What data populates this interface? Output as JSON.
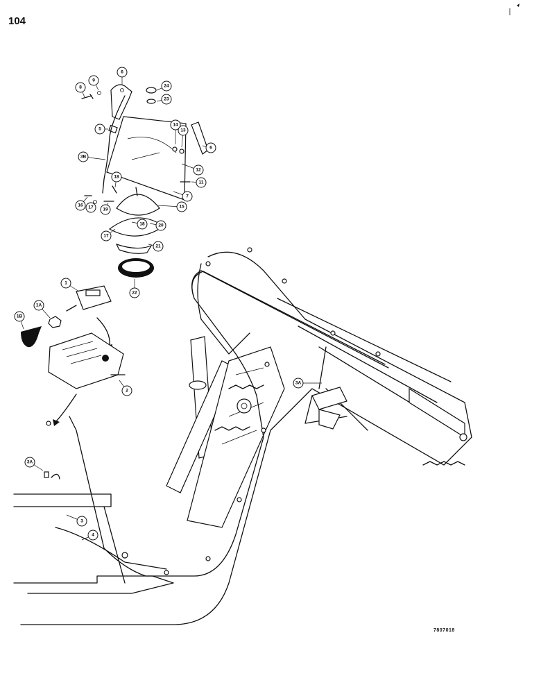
{
  "page": {
    "page_number": "104",
    "figure_code": "7807018"
  },
  "callouts": [
    {
      "id": "c-8",
      "label": "8"
    },
    {
      "id": "c-9",
      "label": "9"
    },
    {
      "id": "c-6a",
      "label": "6"
    },
    {
      "id": "c-24",
      "label": "24"
    },
    {
      "id": "c-23",
      "label": "23"
    },
    {
      "id": "c-5",
      "label": "5"
    },
    {
      "id": "c-14",
      "label": "14"
    },
    {
      "id": "c-13",
      "label": "13"
    },
    {
      "id": "c-6b",
      "label": "6"
    },
    {
      "id": "c-3b",
      "label": "3B"
    },
    {
      "id": "c-12",
      "label": "12"
    },
    {
      "id": "c-11",
      "label": "11"
    },
    {
      "id": "c-18a",
      "label": "18"
    },
    {
      "id": "c-7",
      "label": "7"
    },
    {
      "id": "c-16",
      "label": "16"
    },
    {
      "id": "c-17a",
      "label": "17"
    },
    {
      "id": "c-19",
      "label": "19"
    },
    {
      "id": "c-15",
      "label": "15"
    },
    {
      "id": "c-18b",
      "label": "18"
    },
    {
      "id": "c-20",
      "label": "20"
    },
    {
      "id": "c-17b",
      "label": "17"
    },
    {
      "id": "c-21",
      "label": "21"
    },
    {
      "id": "c-22",
      "label": "22"
    },
    {
      "id": "c-1",
      "label": "1"
    },
    {
      "id": "c-1a",
      "label": "1A"
    },
    {
      "id": "c-1b",
      "label": "1B"
    },
    {
      "id": "c-2",
      "label": "2"
    },
    {
      "id": "c-3a1",
      "label": "3A"
    },
    {
      "id": "c-3a2",
      "label": "3A"
    },
    {
      "id": "c-3",
      "label": "3"
    },
    {
      "id": "c-4",
      "label": "4"
    }
  ]
}
